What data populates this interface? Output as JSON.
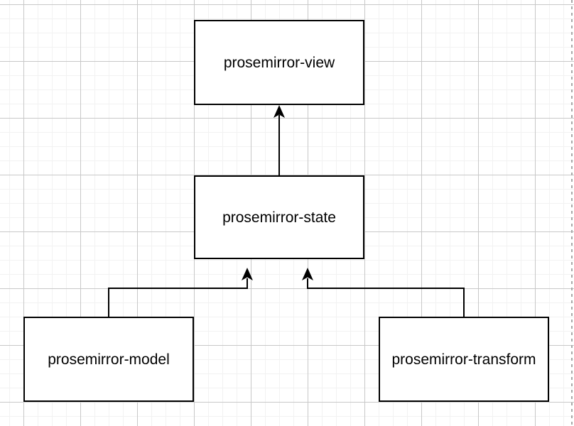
{
  "diagram": {
    "type": "dependency-graph",
    "nodes": [
      {
        "id": "prosemirror-view",
        "label": "prosemirror-view"
      },
      {
        "id": "prosemirror-state",
        "label": "prosemirror-state"
      },
      {
        "id": "prosemirror-model",
        "label": "prosemirror-model"
      },
      {
        "id": "prosemirror-transform",
        "label": "prosemirror-transform"
      }
    ],
    "edges": [
      {
        "from": "prosemirror-state",
        "to": "prosemirror-view",
        "style": "straight-arrow-up"
      },
      {
        "from": "prosemirror-model",
        "to": "prosemirror-state",
        "style": "elbow-arrow-up"
      },
      {
        "from": "prosemirror-transform",
        "to": "prosemirror-state",
        "style": "elbow-arrow-up"
      }
    ],
    "colors": {
      "background": "#ffffff",
      "node_fill": "#ffffff",
      "node_border": "#000000",
      "edge": "#000000",
      "text": "#000000",
      "grid_minor": "#f2f2f2",
      "grid_major": "#c8c8c8",
      "page_border": "#a8a8a8"
    }
  }
}
